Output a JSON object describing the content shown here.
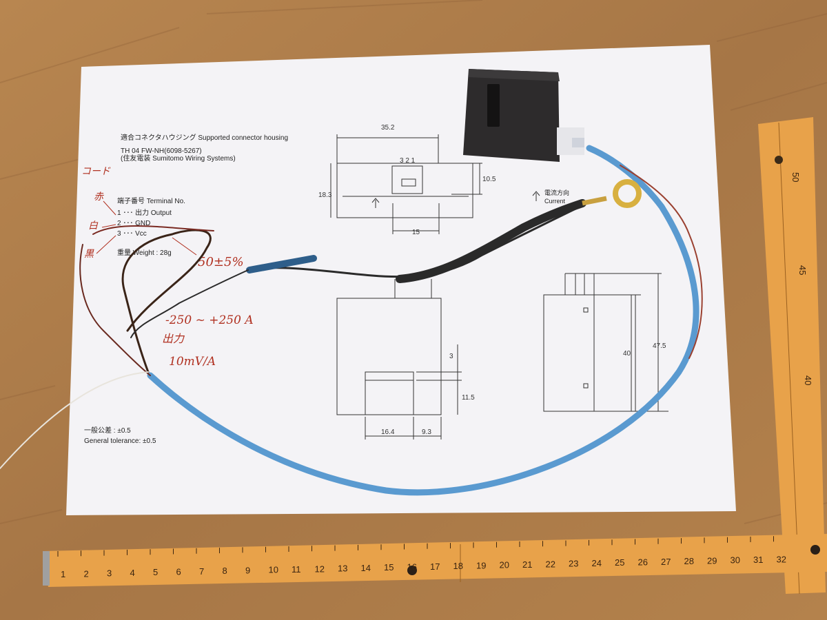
{
  "sheet": {
    "header_line1": "適合コネクタハウジング  Supported connector housing",
    "header_line2": "TH 04 FW-NH(6098-5267)",
    "header_line3": "(住友電装 Sumitomo Wiring Systems)",
    "terminal_title": "端子番号 Terminal No.",
    "terminal_1": "1 ･･･ 出力  Output",
    "terminal_2": "2 ･･･ GND",
    "terminal_3": "3 ･･･ Vcc",
    "weight": "重量 Weight : 28g",
    "tolerance_jp": "一般公差 : ±0.5",
    "tolerance_en": "General tolerance: ±0.5",
    "current_dir_jp": "電流方向",
    "current_dir_en": "Current"
  },
  "dimensions": {
    "d352": "35.2",
    "pins": "3 2 1",
    "d183": "18.3",
    "d105": "10.5",
    "d15": "15",
    "d3": "3",
    "d115": "11.5",
    "d164": "16.4",
    "d93": "9.3",
    "d40": "40",
    "d476": "47.5"
  },
  "handwriting": {
    "h1": "コード",
    "h2": "赤",
    "h3": "白",
    "h4": "黒",
    "h5": "50±5%",
    "h6": "-250 ~ +250 A",
    "h7": "出力",
    "h8": "10mV/A"
  },
  "ruler_h": [
    "1",
    "2",
    "3",
    "4",
    "5",
    "6",
    "7",
    "8",
    "9",
    "10",
    "11",
    "12",
    "13",
    "14",
    "15",
    "16",
    "17",
    "18",
    "19",
    "20",
    "21",
    "22",
    "23",
    "24",
    "25",
    "26",
    "27",
    "28",
    "29",
    "30",
    "31",
    "32"
  ],
  "ruler_v": [
    "50",
    "45",
    "40"
  ],
  "colors": {
    "table": "#a87a48",
    "paper": "#f4f3f6",
    "ruler": "#e8a24a",
    "blue_wire": "#5a9ad0",
    "sensor": "#2d2b2c",
    "ink": "#b03020"
  }
}
